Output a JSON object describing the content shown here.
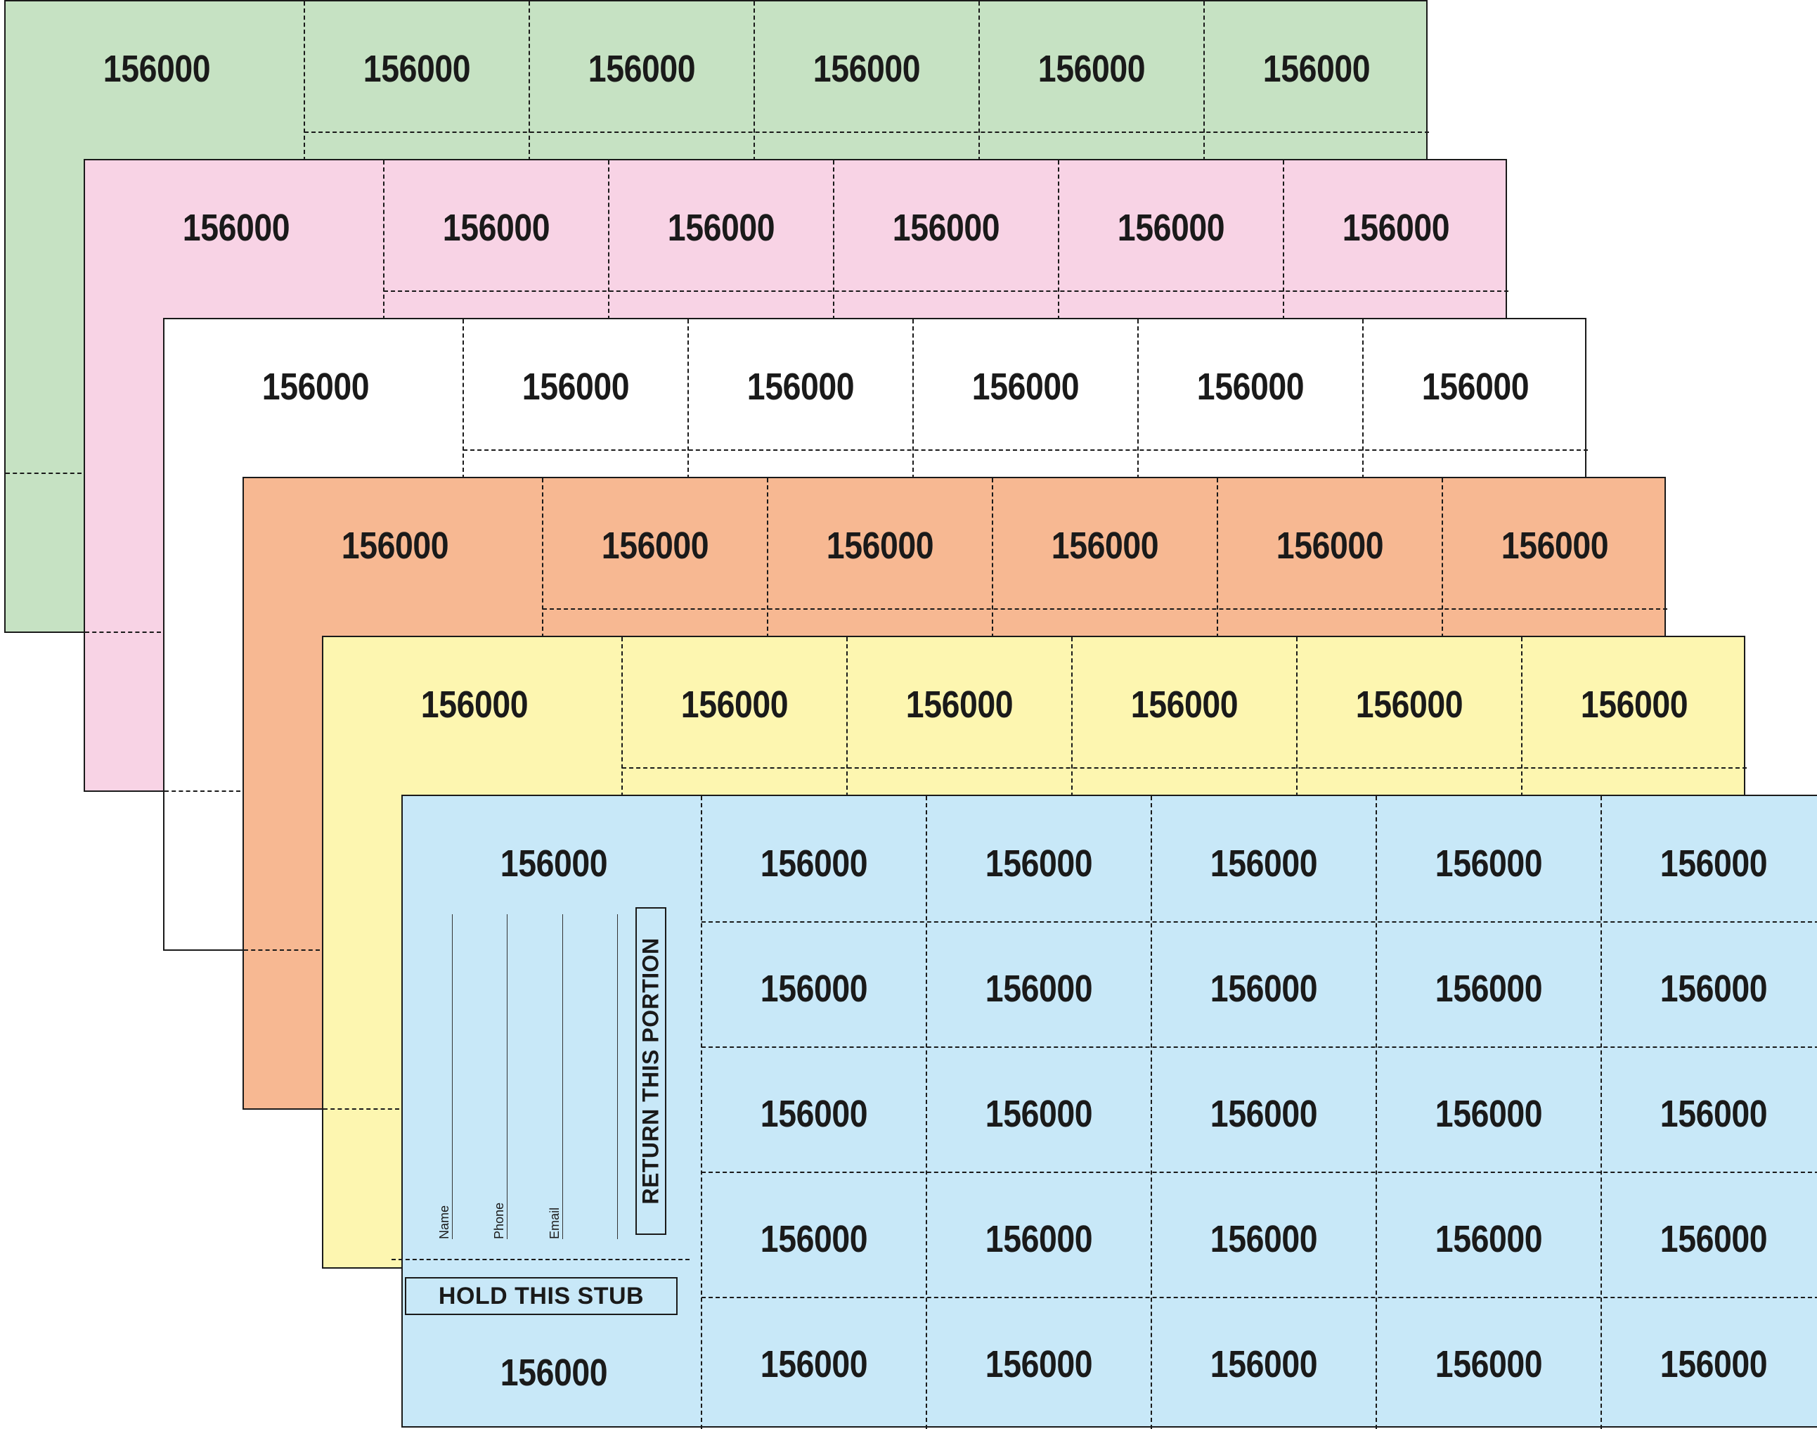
{
  "ticket_number": "156000",
  "sheets": [
    {
      "name": "green",
      "color": "#c6e2c3"
    },
    {
      "name": "pink",
      "color": "#f8d3e5"
    },
    {
      "name": "white",
      "color": "#ffffff"
    },
    {
      "name": "orange",
      "color": "#f7b892"
    },
    {
      "name": "yellow",
      "color": "#fdf6b0"
    },
    {
      "name": "blue",
      "color": "#c8e8f8"
    }
  ],
  "front_sheet": {
    "fields": [
      "Name",
      "Phone",
      "Email"
    ],
    "return_label": "RETURN THIS PORTION",
    "hold_label": "HOLD THIS STUB"
  }
}
